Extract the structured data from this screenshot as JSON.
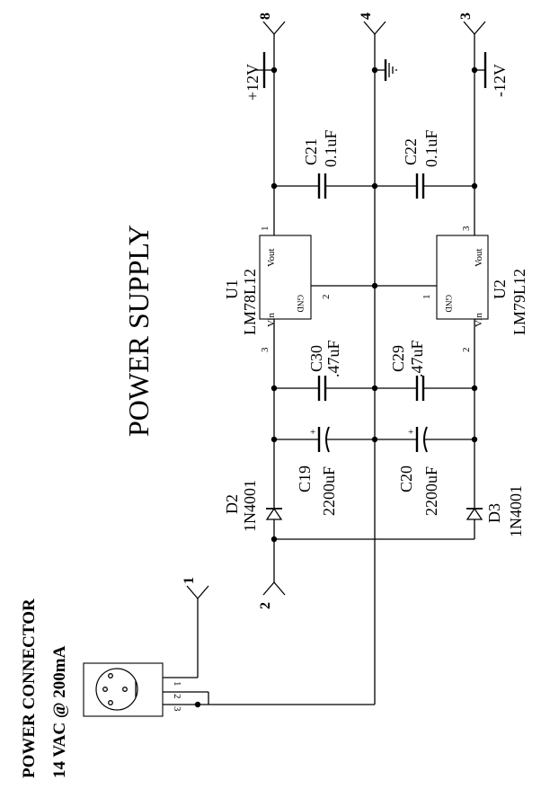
{
  "title": "POWER SUPPLY",
  "connector": {
    "line1": "POWER CONNECTOR",
    "line2": "14 VAC @ 200mA",
    "pins": [
      "1",
      "2",
      "3"
    ]
  },
  "nets": {
    "n8": "8",
    "n4": "4",
    "n3": "3",
    "n1": "1",
    "n2": "2"
  },
  "rails": {
    "pos": "+12V",
    "neg": "-12V"
  },
  "u1": {
    "ref": "U1",
    "part": "LM78L12",
    "vin": "Vin",
    "vout": "Vout",
    "gnd": "GND",
    "pin_in": "3",
    "pin_out": "1",
    "pin_gnd": "2"
  },
  "u2": {
    "ref": "U2",
    "part": "LM79L12",
    "vin": "Vin",
    "vout": "Vout",
    "gnd": "GND",
    "pin_in": "2",
    "pin_out": "3",
    "pin_gnd": "1"
  },
  "caps": {
    "c21": {
      "ref": "C21",
      "val": "0.1uF"
    },
    "c22": {
      "ref": "C22",
      "val": "0.1uF"
    },
    "c30": {
      "ref": "C30",
      "val": ".47uF"
    },
    "c29": {
      "ref": "C29",
      "val": ".47uF"
    },
    "c19": {
      "ref": "C19",
      "val": "2200uF"
    },
    "c20": {
      "ref": "C20",
      "val": "2200uF"
    },
    "plus": "+"
  },
  "diodes": {
    "d2": {
      "ref": "D2",
      "part": "1N4001"
    },
    "d3": {
      "ref": "D3",
      "part": "1N4001"
    }
  }
}
